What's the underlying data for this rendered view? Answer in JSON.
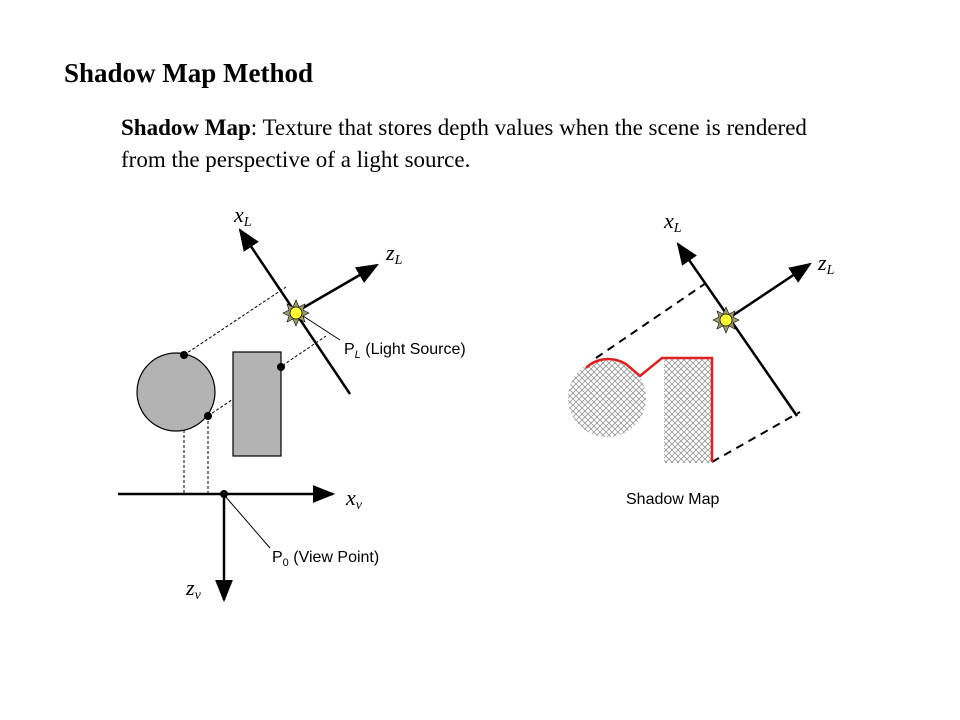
{
  "title": "Shadow Map Method",
  "description": {
    "term": "Shadow Map",
    "sep": ": ",
    "text": "Texture that stores depth values when the scene is rendered from the perspective of a light source."
  },
  "left_diagram": {
    "xL_label": {
      "main": "x",
      "sub": "L"
    },
    "zL_label": {
      "main": "z",
      "sub": "L"
    },
    "xv_label": {
      "main": "x",
      "sub": "v"
    },
    "zv_label": {
      "main": "z",
      "sub": "v"
    },
    "light_label": {
      "main": "P",
      "sub": "L",
      "rest": " (Light Source)"
    },
    "view_label": {
      "main": "P",
      "sub": "0",
      "rest": " (View Point)"
    }
  },
  "right_diagram": {
    "xL_label": {
      "main": "x",
      "sub": "L"
    },
    "zL_label": {
      "main": "z",
      "sub": "L"
    },
    "caption": "Shadow Map"
  },
  "colors": {
    "object_fill": "#b3b3b3",
    "light": "#ffff33",
    "shadow_edge": "#e02020"
  }
}
